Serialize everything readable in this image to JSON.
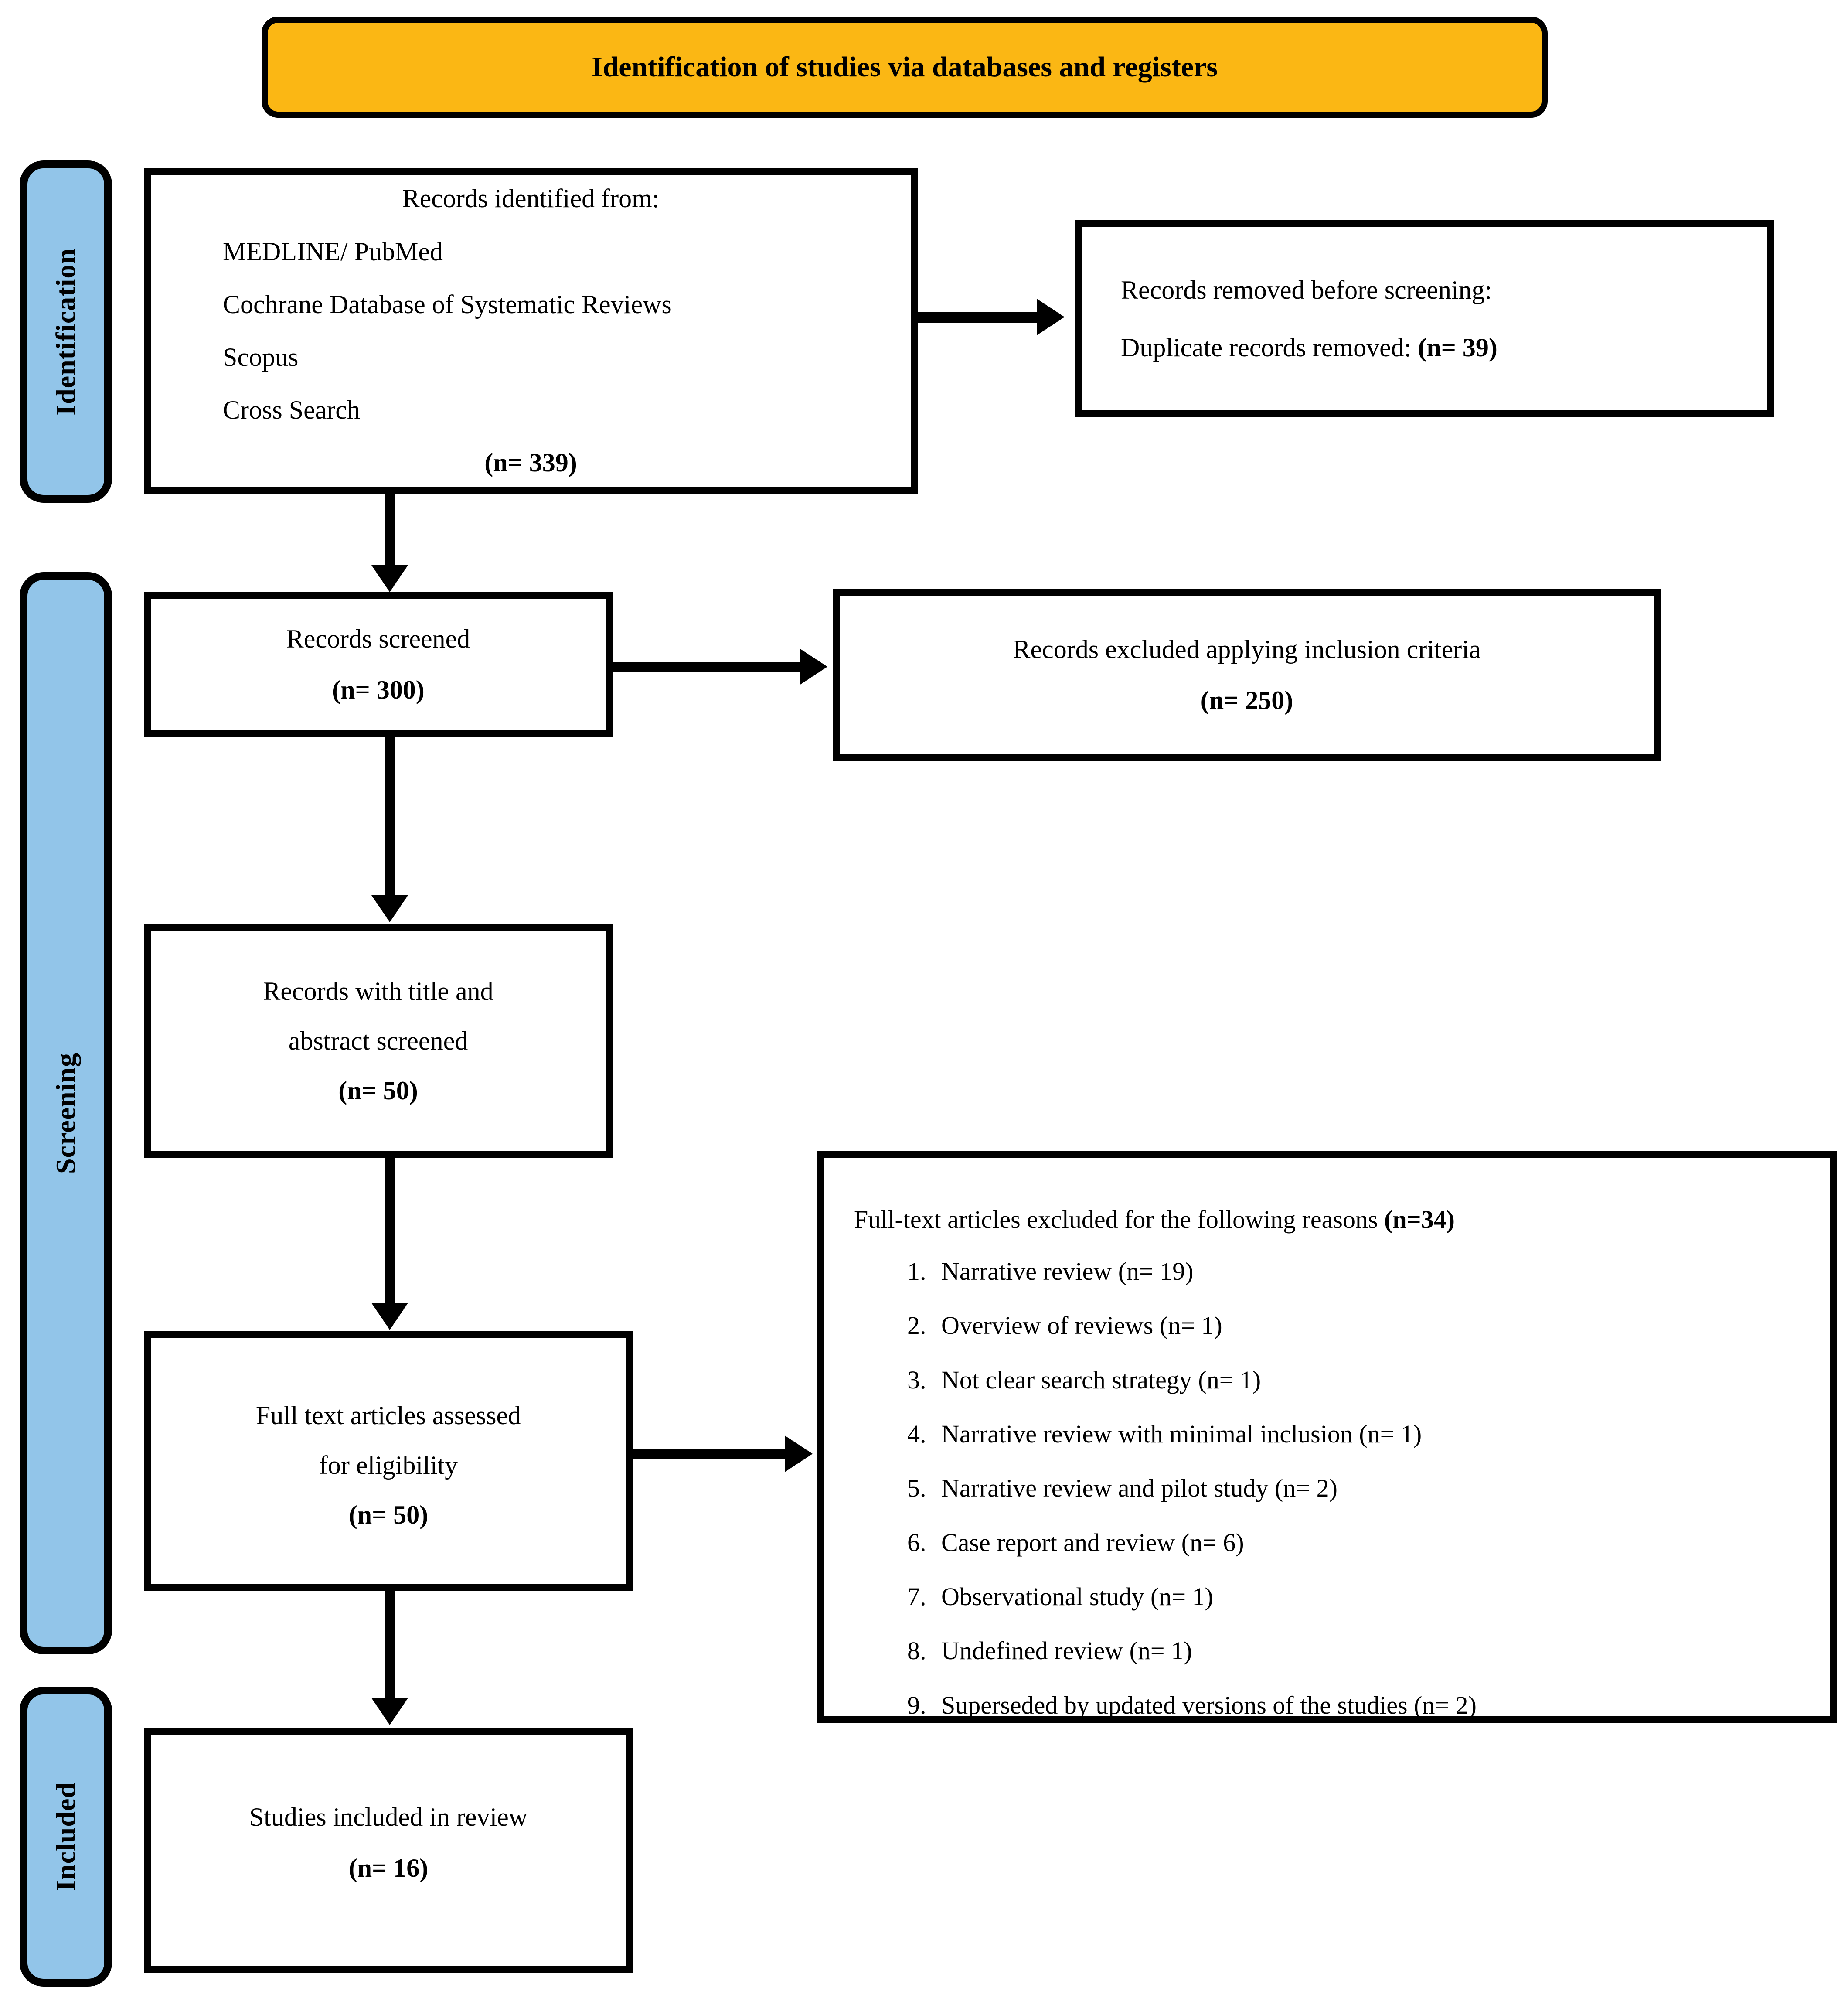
{
  "banner": {
    "title": "Identification of studies via databases and registers"
  },
  "colors": {
    "banner_bg": "#FBB714",
    "stage_bg": "#92C5E9"
  },
  "stages": [
    {
      "label": "Identification"
    },
    {
      "label": "Screening"
    },
    {
      "label": "Included"
    }
  ],
  "boxes": {
    "identified": {
      "title": "Records identified from:",
      "sources": [
        "MEDLINE/ PubMed",
        "Cochrane Database of Systematic Reviews",
        "Scopus",
        "Cross Search"
      ],
      "count": "(n= 339)"
    },
    "removed": {
      "line1": "Records removed before screening:",
      "line2": "Duplicate records removed: ",
      "count": "(n= 39)"
    },
    "screened": {
      "title": "Records screened",
      "count": "(n= 300)"
    },
    "excluded_screening": {
      "title": "Records excluded applying inclusion criteria",
      "count": "(n= 250)"
    },
    "title_abstract": {
      "line1": "Records with title and",
      "line2": "abstract screened",
      "count": "(n= 50)"
    },
    "fulltext": {
      "line1": "Full text articles assessed",
      "line2": "for eligibility",
      "count": "(n= 50)"
    },
    "fulltext_excluded": {
      "title": "Full-text articles excluded for the following reasons ",
      "count": "(n=34)",
      "reasons": [
        "Narrative review (n= 19)",
        "Overview of reviews (n= 1)",
        "Not clear search strategy (n= 1)",
        "Narrative review with minimal inclusion (n= 1)",
        "Narrative review and pilot study (n= 2)",
        "Case report and review (n= 6)",
        "Observational study (n= 1)",
        "Undefined review (n= 1)",
        "Superseded by updated versions of the studies (n= 2)"
      ]
    },
    "included_review": {
      "title": "Studies included in review",
      "count": "(n= 16)"
    }
  }
}
